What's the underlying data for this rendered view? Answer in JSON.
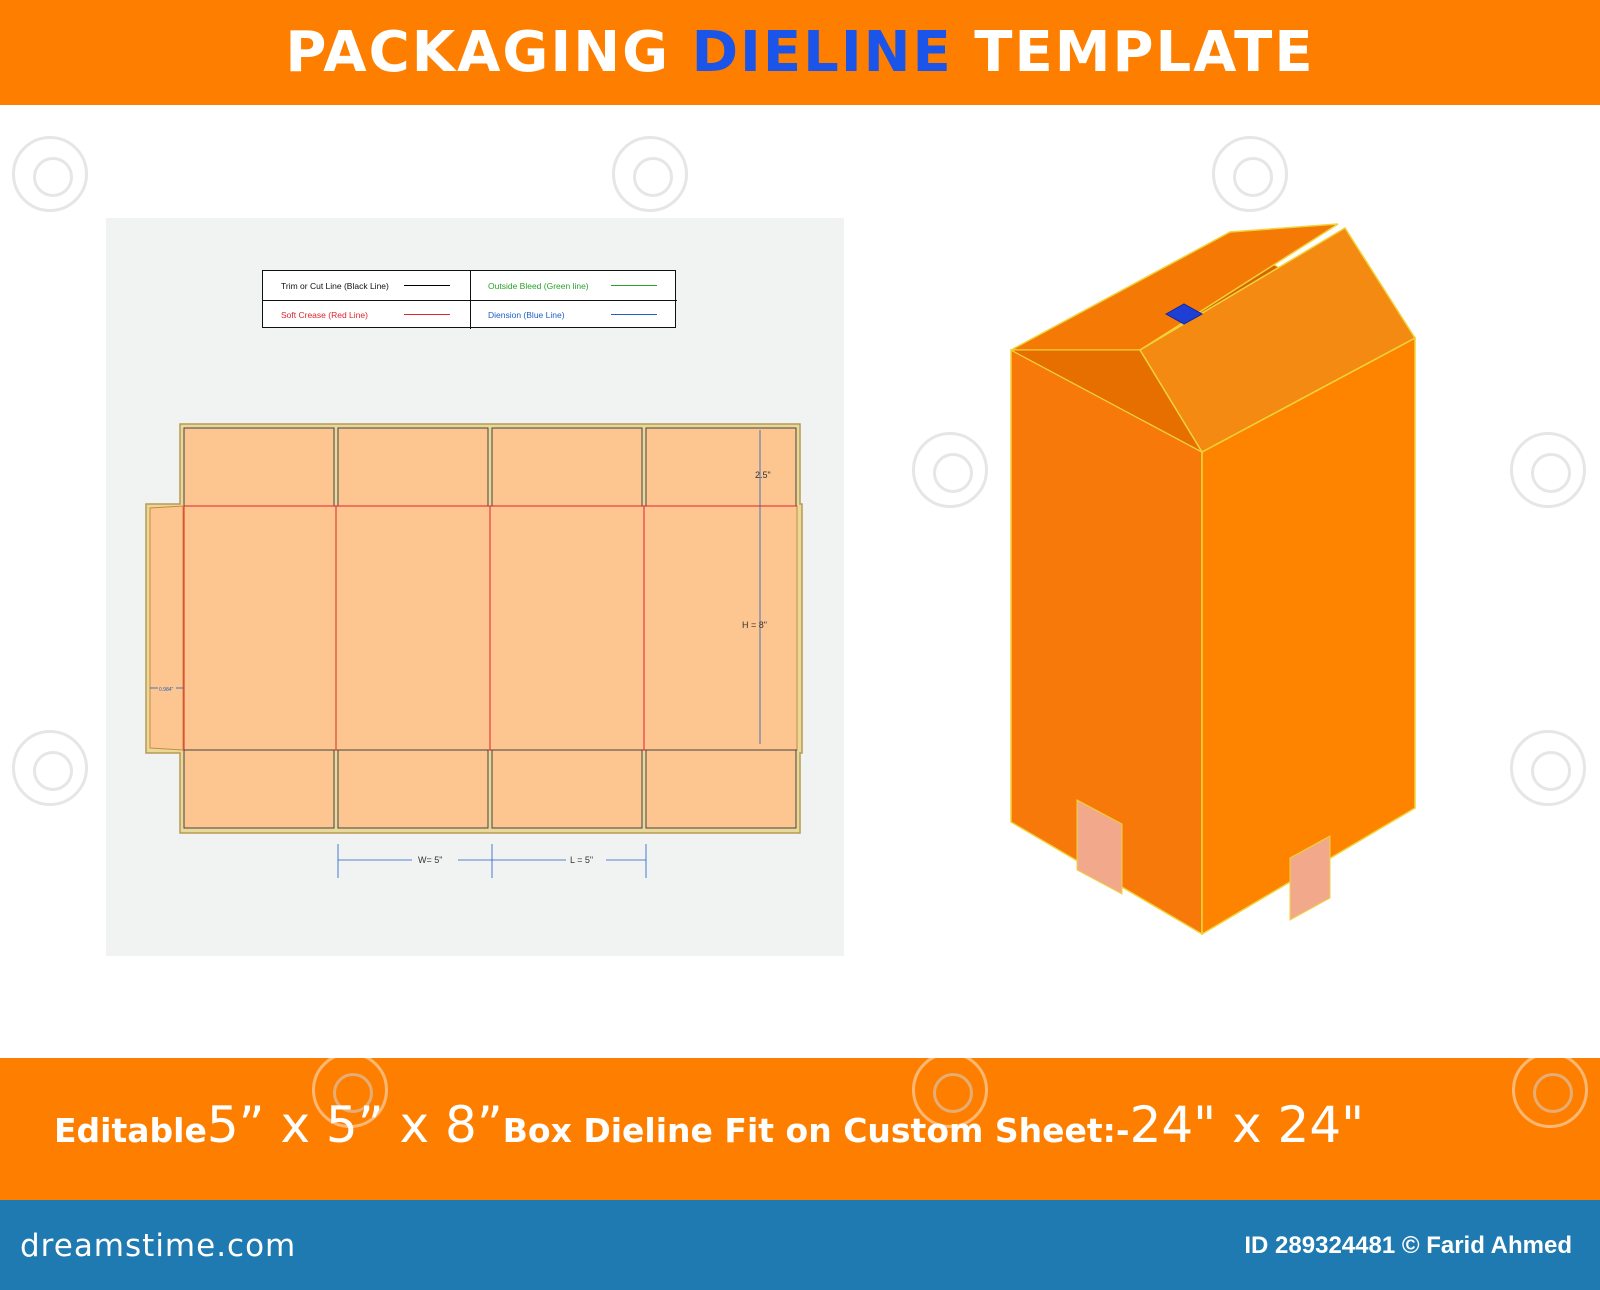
{
  "header": {
    "title_part1": "PACKAGING ",
    "title_accent": "DIELINE",
    "title_part2": " TEMPLATE"
  },
  "legend": {
    "trim": {
      "label": "Trim or Cut  Line (Black Line)",
      "color": "#000000"
    },
    "bleed": {
      "label": "Outside Bleed (Green line)",
      "color": "#2aa12a"
    },
    "crease": {
      "label": "Soft Crease (Red  Line)",
      "color": "#e0242a"
    },
    "dimension": {
      "label": "Diension (Blue Line)",
      "color": "#1f5fc4"
    }
  },
  "dimensions": {
    "flap": "2.5\"",
    "height": "H = 8\"",
    "glue": "0.984\"",
    "width": "W= 5\"",
    "length": "L = 5\""
  },
  "caption": {
    "part1": "Editable ",
    "dims": "5” x 5” x 8”",
    "part2": "Box Dieline Fit on Custom Sheet:- ",
    "sheet": "24\" x 24\""
  },
  "footer": {
    "site": "dreamstime.com",
    "credit": "ID 289324481 © Farid Ahmed"
  },
  "colors": {
    "banner": "#fe7f00",
    "accent": "#1a54e8",
    "footer": "#1f7ab1",
    "panel_fill": "#fdc690"
  }
}
